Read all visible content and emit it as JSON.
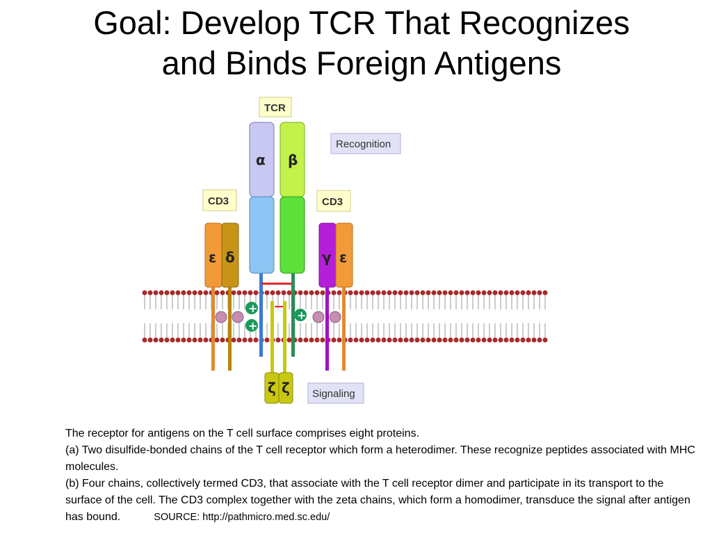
{
  "title": {
    "line1": "Goal: Develop TCR That Recognizes",
    "line2": "and Binds Foreign Antigens"
  },
  "diagram": {
    "labels": {
      "tcr": "TCR",
      "cd3_left": "CD3",
      "cd3_right": "CD3",
      "recognition": "Recognition",
      "signaling": "Signaling"
    },
    "chains": {
      "alpha": "α",
      "beta": "β",
      "epsilon_left": "ε",
      "delta": "δ",
      "gamma": "γ",
      "epsilon_right": "ε",
      "zeta_1": "ζ",
      "zeta_2": "ζ"
    },
    "charges": {
      "plus": "+"
    },
    "colors": {
      "alpha_top": "#c8c8f2",
      "alpha_bottom": "#8ec5f4",
      "beta_top": "#c4f24a",
      "beta_bottom": "#5ee03a",
      "epsilon": "#f39a38",
      "delta": "#c89418",
      "gamma": "#b420d8",
      "zeta": "#c8c812",
      "membrane_head": "#a82a2a",
      "label_box_fill": "#ffffcc",
      "process_box_fill": "#e2e2f6",
      "charge": "#1a9a5a",
      "lipid": "#c58fb2"
    }
  },
  "caption": {
    "line1": "The receptor for antigens on the T cell surface comprises eight proteins.",
    "line2": "(a) Two disulfide-bonded chains of the T cell receptor which form a heterodimer. These recognize peptides associated with MHC molecules.",
    "line3": "(b) Four chains, collectively termed CD3, that associate with the T cell receptor dimer and participate in its transport to the surface of the cell. The CD3 complex together with the zeta chains, which form a homodimer, transduce the signal after antigen has bound.",
    "source": "SOURCE: http://pathmicro.med.sc.edu/"
  }
}
